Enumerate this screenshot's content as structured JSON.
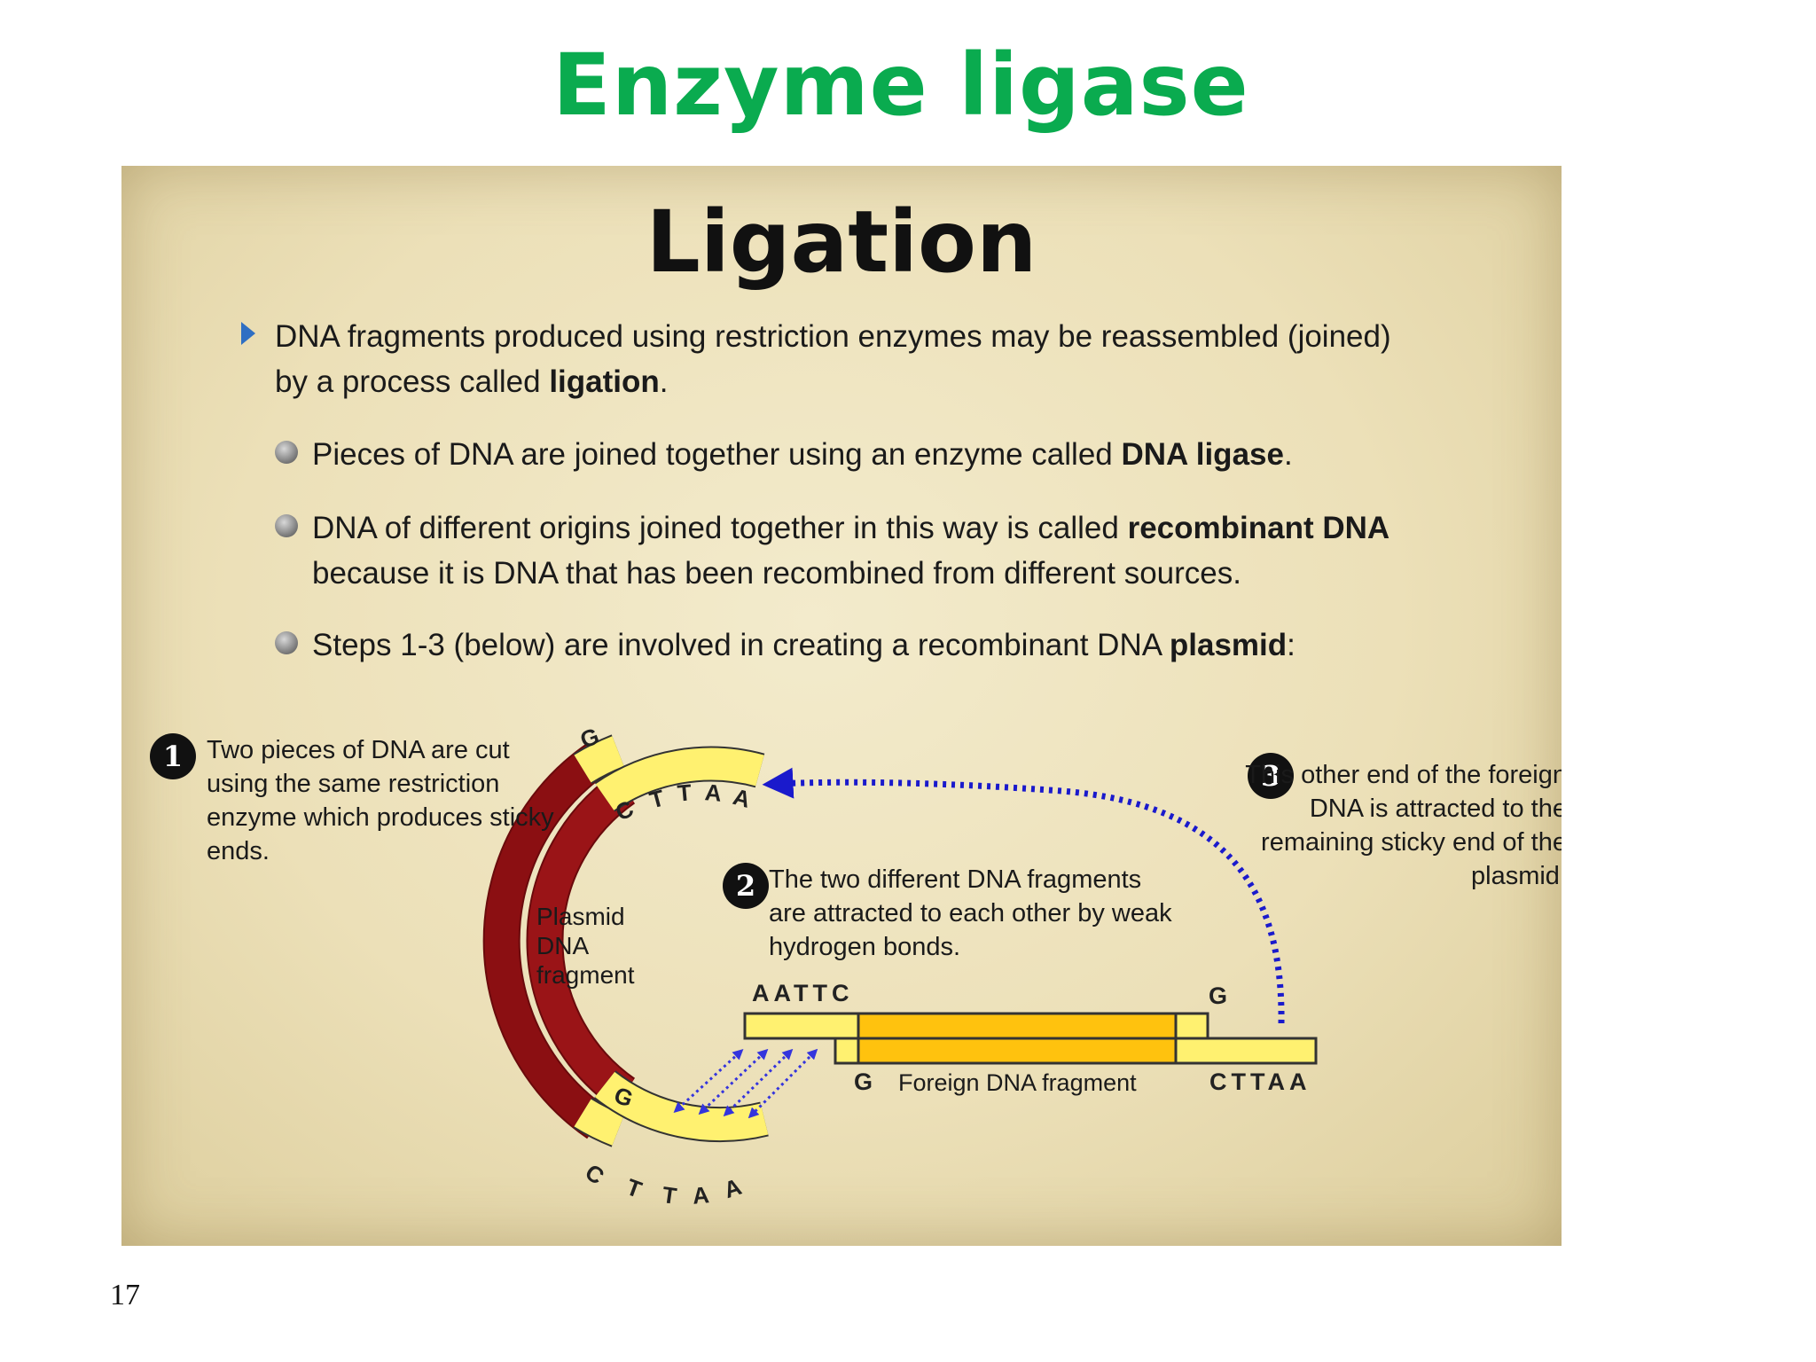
{
  "slide": {
    "title": "Enzyme ligase",
    "page_number": "17"
  },
  "panel": {
    "title": "Ligation",
    "bullet_main": "DNA fragments produced using restriction enzymes may be reassembled (joined) by a process called <b>ligation</b>.",
    "sub_bullets": [
      "Pieces of DNA are joined together using an enzyme called <b>DNA ligase</b>.",
      "DNA of different origins joined together in this way is called <b>recombinant DNA</b> because it is DNA that has been recombined from different sources.",
      "Steps 1-3 (below) are involved in creating a recombinant DNA <b>plasmid</b>:"
    ]
  },
  "diagram": {
    "steps": [
      {
        "number": "1",
        "text": "Two pieces of DNA are cut using the same restriction enzyme which produces sticky ends."
      },
      {
        "number": "2",
        "text": "The two different DNA fragments are attracted to each other by weak hydrogen bonds."
      },
      {
        "number": "3",
        "text": "This other end of the foreign DNA is attracted to the remaining sticky end of the plasmid."
      }
    ],
    "plasmid_label": "Plasmid DNA fragment",
    "foreign_label": "Foreign DNA fragment",
    "sequences": {
      "plasmid_top_g": "G",
      "plasmid_top_cttaa": [
        "C",
        "T",
        "T",
        "A",
        "A"
      ],
      "plasmid_bottom_g": "G",
      "plasmid_bottom_cttaa": [
        "C",
        "T",
        "T",
        "A",
        "A"
      ],
      "foreign_aattc": "AATTC",
      "foreign_g_top": "G",
      "foreign_g_bottom": "G",
      "foreign_cttaa": "CTTAA"
    },
    "colors": {
      "plasmid_backbone": "#8b0f12",
      "sticky_end": "#fff170",
      "foreign_fragment": "#ffc20e",
      "arrow": "#1a1acc"
    }
  }
}
